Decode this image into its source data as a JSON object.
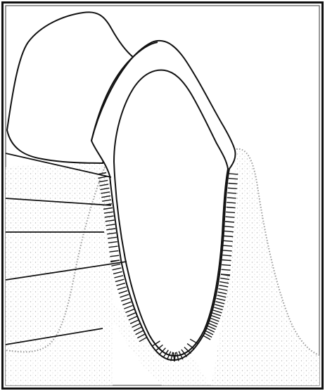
{
  "figure": {
    "type": "dental-anatomy-line-drawing",
    "subject": "tooth-root-in-alveolar-bone-with-periodontal-ligament",
    "leader_line_count": 5,
    "colors": {
      "ink": "#111111",
      "bone_stipple": "#b9b9b9",
      "bone_stipple_dark": "#9a9a9a",
      "paper": "#ffffff"
    }
  }
}
